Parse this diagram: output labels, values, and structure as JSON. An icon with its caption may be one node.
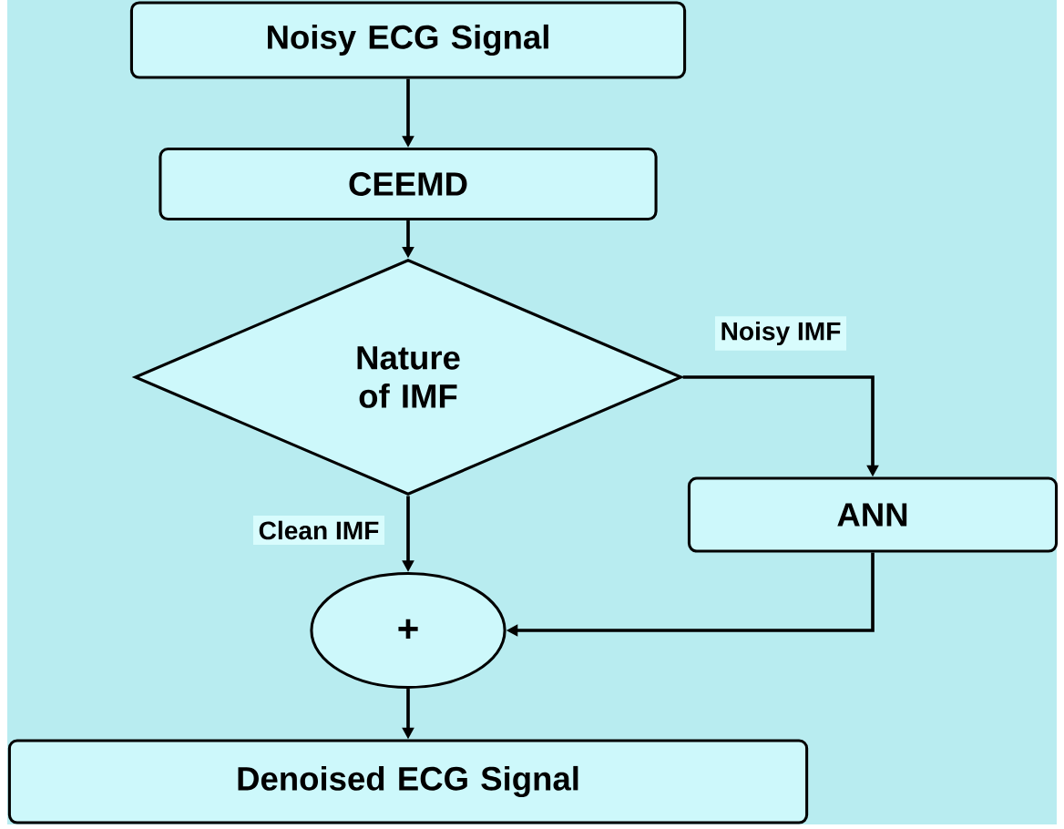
{
  "diagram": {
    "nodes": [
      {
        "text": [
          "Noisy ECG Signal"
        ]
      },
      {
        "text": [
          "CEEMD"
        ]
      },
      {
        "text": [
          "Nature of IMF"
        ]
      },
      {
        "text": [
          "ANN"
        ]
      },
      {
        "text": [
          "+"
        ]
      },
      {
        "text": [
          "Denoised ECG Signal"
        ]
      }
    ],
    "edges": [
      {
        "from": 0,
        "to": 1,
        "arrow": "to"
      },
      {
        "from": 1,
        "to": 2,
        "arrow": "to"
      },
      {
        "from": 2,
        "to": 3,
        "arrow": "to",
        "label": "Noisy IMF"
      },
      {
        "from": 2,
        "to": 4,
        "arrow": "to",
        "label": "Clean IMF"
      },
      {
        "from": 3,
        "to": 4,
        "arrow": "to"
      },
      {
        "from": 4,
        "to": 5,
        "arrow": "to"
      }
    ]
  }
}
